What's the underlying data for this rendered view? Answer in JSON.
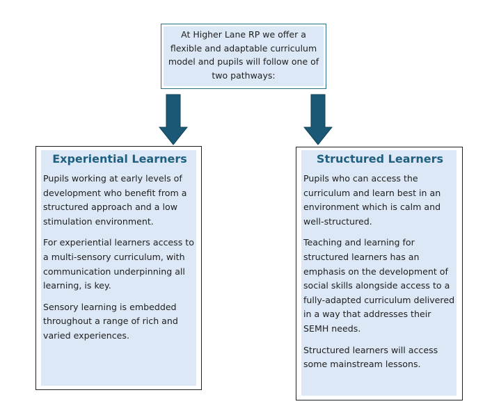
{
  "intro": {
    "text": "At Higher Lane RP we offer a flexible and adaptable curriculum model and pupils will follow one of two pathways:"
  },
  "colors": {
    "accent": "#1f5f80",
    "arrow": "#1a5876",
    "card_fill": "#dce8f5",
    "border": "#1e1e1e"
  },
  "icons": {
    "left_arrow": "down-arrow-icon",
    "right_arrow": "down-arrow-icon"
  },
  "pathways": {
    "experiential": {
      "title": "Experiential Learners",
      "paragraphs": [
        "Pupils working at early levels of development who benefit from a structured approach and a low stimulation environment.",
        "For experiential learners access to a multi-sensory curriculum, with communication underpinning all learning, is key.",
        "Sensory learning is embedded throughout a range of rich and varied experiences."
      ]
    },
    "structured": {
      "title": "Structured Learners",
      "paragraphs": [
        "Pupils who can access the curriculum and learn best in an environment which is calm and well-structured.",
        "Teaching and learning for structured learners has an emphasis on the development of social skills alongside access to a fully-adapted curriculum delivered in a way that addresses their SEMH needs.",
        "Structured learners will access some mainstream lessons."
      ]
    }
  }
}
